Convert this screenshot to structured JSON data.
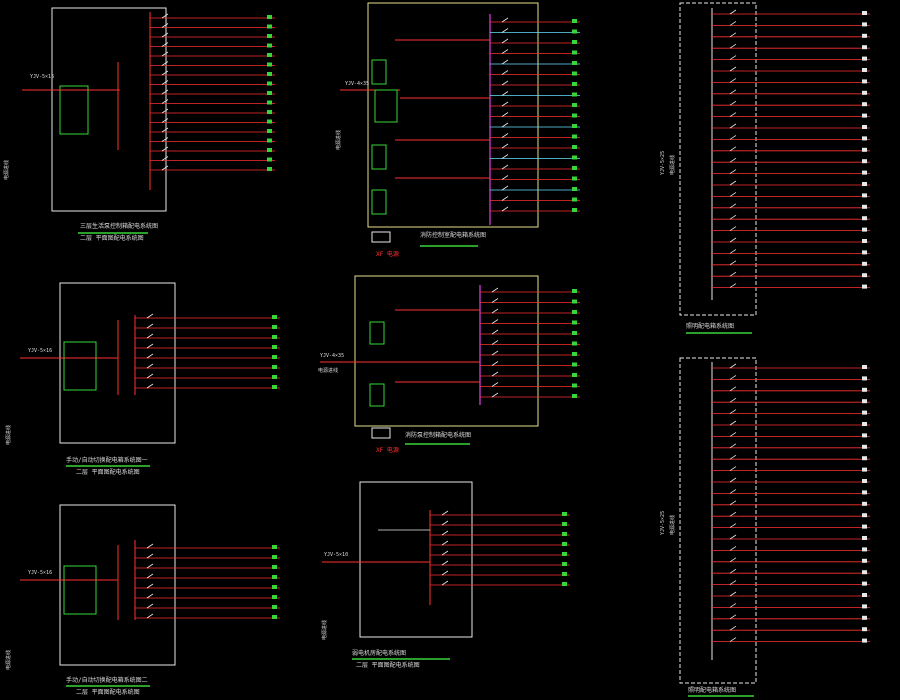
{
  "colors": {
    "background": "#000000",
    "bus_red": "#ff3030",
    "frame_white": "#e8e8e8",
    "frame_yellow": "#e6e08a",
    "text_white": "#dcdcdc",
    "green": "#39d639",
    "cyan": "#66e0ff",
    "magenta": "#e040e0",
    "title_green": "#39d639"
  },
  "panels": [
    {
      "id": "p1",
      "incoming": "YJV-5×16",
      "side_note": "电源进线",
      "title_line1": "三层生活泵控制箱配电系统图",
      "title_line2": "二层 平面图配电系统图"
    },
    {
      "id": "p2",
      "incoming": "YJV-5×16",
      "side_note": "电源进线",
      "title_line1": "手动/自动切换配电箱系统图一",
      "title_line2": "二层 平面图配电系统图"
    },
    {
      "id": "p3",
      "incoming": "YJV-5×16",
      "side_note": "电源进线",
      "title_line1": "手动/自动切换配电箱系统图二",
      "title_line2": "二层 平面图配电系统图"
    },
    {
      "id": "p4",
      "incoming": "YJV-4×35",
      "side_note": "电源进线",
      "title_line1": "消防控制室配电箱系统图",
      "title_line2": "",
      "red_label": "XF 电源"
    },
    {
      "id": "p5",
      "incoming": "YJV-4×35",
      "side_note": "电源进线",
      "title_line1": "消防泵控制箱配电系统图",
      "title_line2": "",
      "red_label": "XF 电源"
    },
    {
      "id": "p6",
      "incoming": "YJV-5×10",
      "side_note": "电源进线",
      "title_line1": "弱电机房配电系统图",
      "title_line2": "二层 平面图配电系统图"
    },
    {
      "id": "p7",
      "incoming": "YJV-5×25",
      "side_note": "电源进线",
      "title_line1": "照明配电箱系统图",
      "title_line2": ""
    },
    {
      "id": "p8",
      "incoming": "YJV-5×25",
      "side_note": "电源进线",
      "title_line1": "照明配电箱系统图",
      "title_line2": ""
    }
  ]
}
